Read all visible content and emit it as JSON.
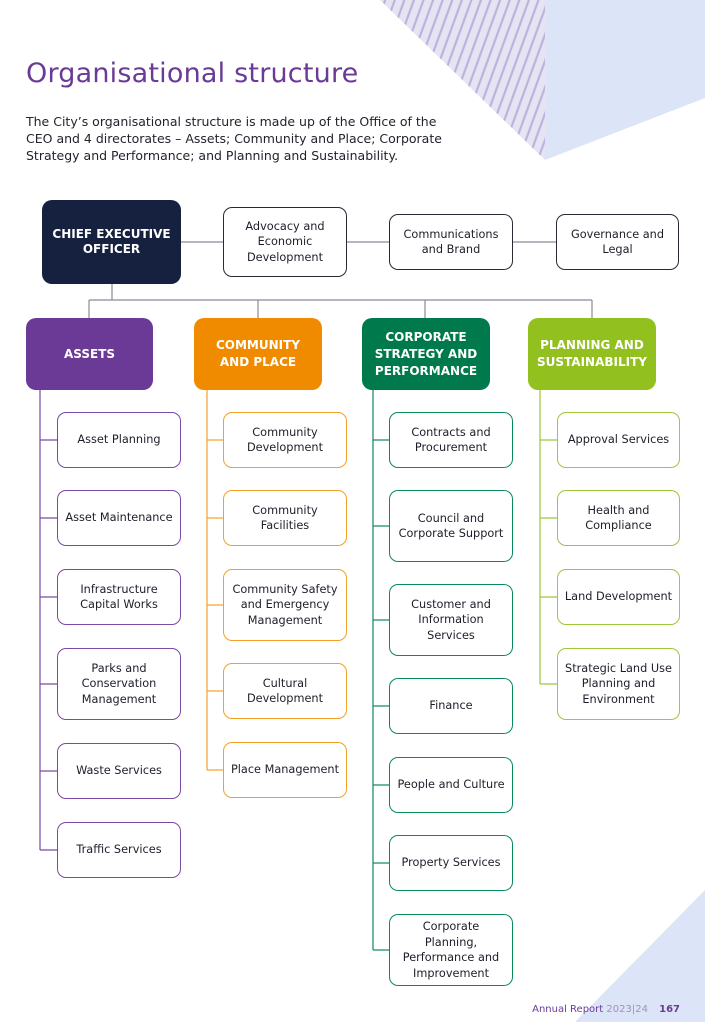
{
  "page": {
    "title": "Organisational structure",
    "intro": "The City’s organisational structure is made up of the Office of the CEO and 4 directorates – Assets; Community   and Place; Corporate Strategy and Performance; and Planning and Sustainability."
  },
  "ceo": {
    "label": "CHIEF EXECUTIVE OFFICER"
  },
  "office": [
    {
      "label": "Advocacy and Economic Development"
    },
    {
      "label": "Communications and Brand"
    },
    {
      "label": "Governance and Legal"
    }
  ],
  "directorates": [
    {
      "label": "ASSETS",
      "color": "#6b3a96",
      "units": [
        "Asset Planning",
        "Asset Maintenance",
        "Infrastructure Capital Works",
        "Parks and Conservation Management",
        "Waste Services",
        "Traffic Services"
      ]
    },
    {
      "label": "COMMUNITY AND PLACE",
      "color": "#f08b00",
      "units": [
        "Community Development",
        "Community Facilities",
        "Community Safety and Emergency Management",
        "Cultural Development",
        "Place Management"
      ]
    },
    {
      "label": "CORPORATE STRATEGY AND PERFORMANCE",
      "color": "#007a4d",
      "units": [
        "Contracts and Procurement",
        "Council and Corporate Support",
        "Customer and Information Services",
        "Finance",
        "People and Culture",
        "Property Services",
        "Corporate Planning, Performance and Improvement"
      ]
    },
    {
      "label": "PLANNING AND SUSTAINABILITY",
      "color": "#92c01f",
      "units": [
        "Approval Services",
        "Health and Compliance",
        "Land Development",
        "Strategic Land Use Planning and Environment"
      ]
    }
  ],
  "footer": {
    "report": "Annual Report",
    "year": "2023|24",
    "page": "167"
  }
}
